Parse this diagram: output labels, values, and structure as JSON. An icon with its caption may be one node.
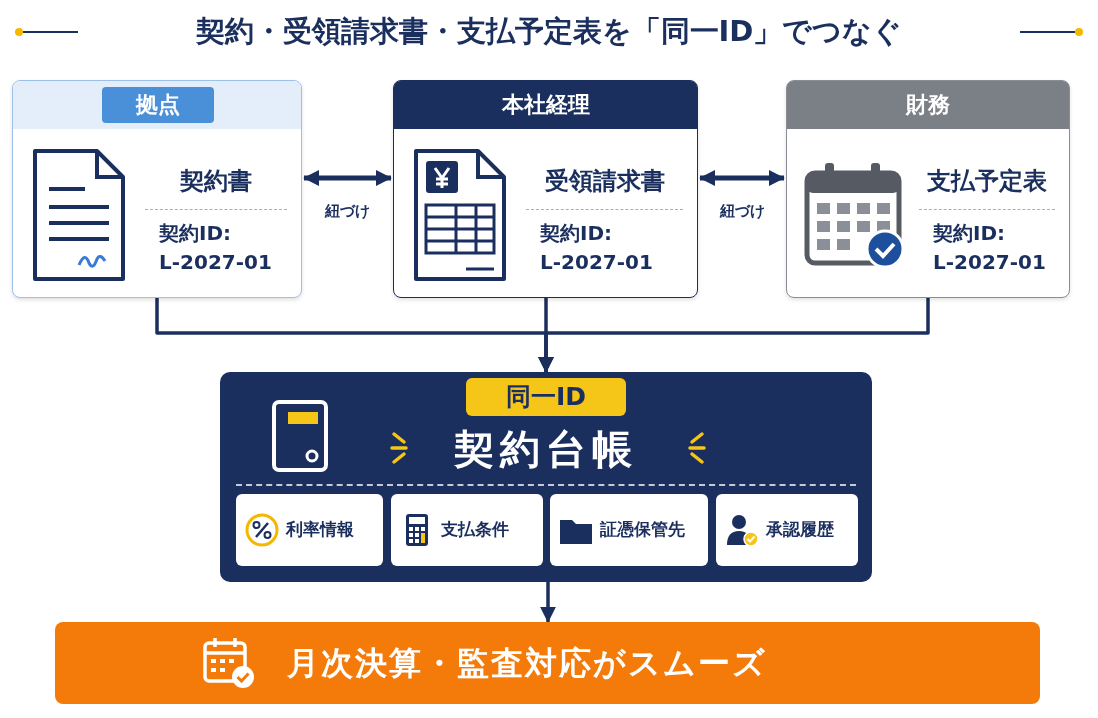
{
  "diagram": {
    "title": "契約・受領請求書・支払予定表を「同一ID」でつなぐ",
    "nodes": [
      {
        "text": [
          "拠点",
          "契約書",
          "契約ID: L-2027-01"
        ]
      },
      {
        "text": [
          "本社経理",
          "受領請求書",
          "契約ID: L-2027-01"
        ]
      },
      {
        "text": [
          "財務",
          "支払予定表",
          "契約ID: L-2027-01"
        ]
      },
      {
        "text": [
          "同一ID",
          "契約台帳"
        ]
      },
      {
        "text": [
          "利率情報"
        ],
        "in": 3
      },
      {
        "text": [
          "支払条件"
        ],
        "in": 3
      },
      {
        "text": [
          "証憑保管先"
        ],
        "in": 3
      },
      {
        "text": [
          "承認履歴"
        ],
        "in": 3
      },
      {
        "text": [
          "月次決算・監査対応がスムーズ"
        ]
      }
    ],
    "edges": [
      {
        "from": 0,
        "to": 1,
        "arrow": "both",
        "label": "紐づけ"
      },
      {
        "from": 1,
        "to": 2,
        "arrow": "both",
        "label": "紐づけ"
      },
      {
        "from": 0,
        "to": 3,
        "arrow": "to"
      },
      {
        "from": 1,
        "to": 3,
        "arrow": "to"
      },
      {
        "from": 2,
        "to": 3,
        "arrow": "to"
      },
      {
        "from": 3,
        "to": 8,
        "arrow": "to"
      }
    ]
  }
}
